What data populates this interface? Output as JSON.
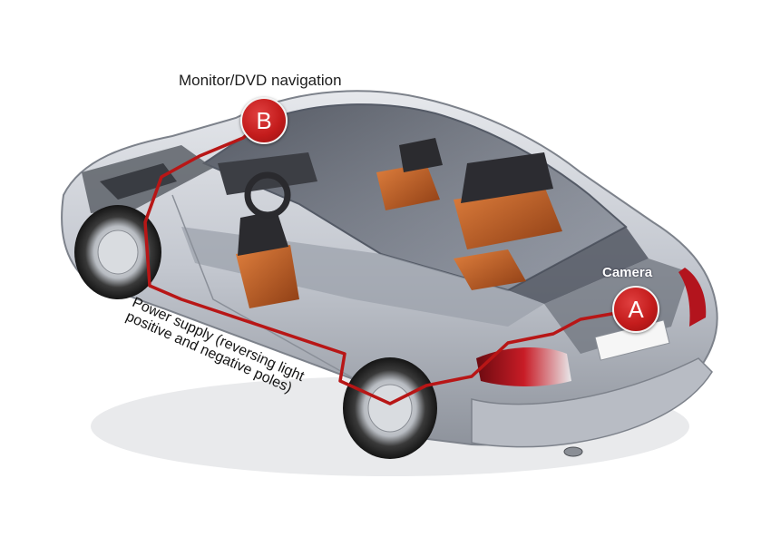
{
  "labels": {
    "monitor": "Monitor/DVD navigation",
    "camera": "Camera",
    "power": [
      "Power supply (reversing light",
      "positive and negative poles)"
    ]
  },
  "markers": {
    "b": "B",
    "a": "A"
  },
  "colors": {
    "marker": "#c41c1c",
    "wire": "#b81616",
    "seat_leather": "#c4622a",
    "body": "#c9ccd3",
    "taillight": "#a8141c"
  },
  "icons": {
    "vehicle": "car-cutaway-illustration"
  }
}
